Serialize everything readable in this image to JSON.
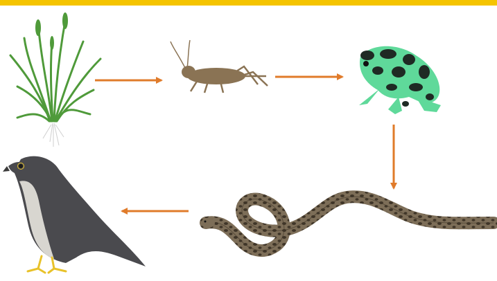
{
  "diagram": {
    "nodes": [
      {
        "id": "grass",
        "icon": "grass-plant-icon"
      },
      {
        "id": "cricket",
        "icon": "cricket-icon"
      },
      {
        "id": "frog",
        "icon": "poison-dart-frog-icon"
      },
      {
        "id": "snake",
        "icon": "snake-icon"
      },
      {
        "id": "falcon",
        "icon": "falcon-icon"
      }
    ],
    "edges": [
      {
        "from": "grass",
        "to": "cricket"
      },
      {
        "from": "cricket",
        "to": "frog"
      },
      {
        "from": "frog",
        "to": "snake"
      },
      {
        "from": "snake",
        "to": "falcon"
      }
    ]
  },
  "colors": {
    "top_bar": "#f5c400",
    "arrow": "#e07b2a",
    "grass": "#4f9a3a",
    "cricket": "#8a7354",
    "frog_green": "#5fd99a",
    "frog_black": "#1f2a24",
    "snake_base": "#7d6e58",
    "snake_dark": "#3f3528",
    "falcon_dark": "#4a4a4e",
    "falcon_light": "#d8d6d0",
    "falcon_feet": "#e8c22a"
  }
}
